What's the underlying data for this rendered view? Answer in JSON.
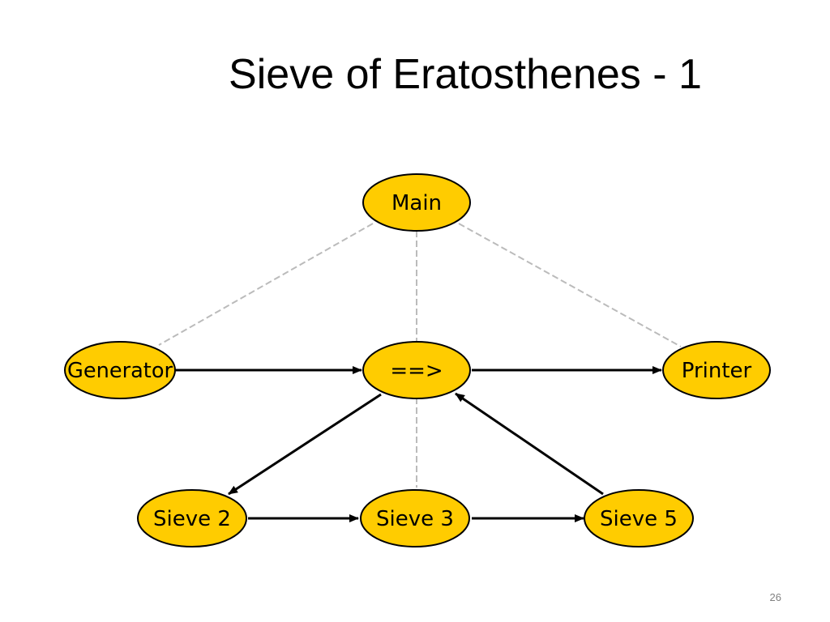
{
  "slide": {
    "title": "Sieve of Eratosthenes - 1",
    "page_number": "26"
  },
  "diagram": {
    "colors": {
      "node_fill": "#FFCC00",
      "node_stroke": "#000000",
      "edge": "#000000",
      "dashed_edge": "#BBBBBB",
      "label": "#000000"
    },
    "nodes": {
      "main": "Main",
      "generator": "Generator",
      "channel": "==>",
      "printer": "Printer",
      "sieve2": "Sieve 2",
      "sieve3": "Sieve 3",
      "sieve5": "Sieve 5"
    }
  }
}
